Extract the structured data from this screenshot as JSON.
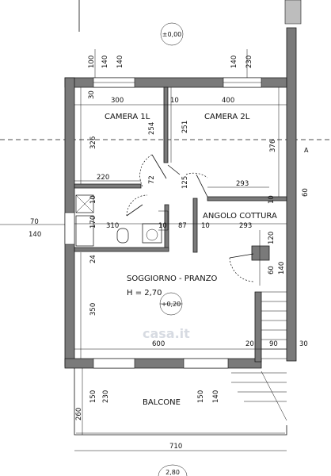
{
  "rooms": {
    "camera1": "CAMERA 1L",
    "camera2": "CAMERA 2L",
    "angolo": "ANGOLO COTTURA",
    "soggiorno": "SOGGIORNO - PRANZO",
    "height": "H = 2,70",
    "balcone": "BALCONE"
  },
  "levels": {
    "top": "±0,00",
    "main": "+0,20",
    "bottom": "2,80"
  },
  "side_labels": {
    "a": "A",
    "sixty": "60"
  },
  "dims": {
    "d100": "100",
    "d140a": "140",
    "d140b": "140",
    "d230a": "230",
    "d30a": "30",
    "d300": "300",
    "d10a": "10",
    "d400": "400",
    "d326": "326",
    "d254": "254",
    "d251": "251",
    "d376": "376",
    "d72": "72",
    "d125": "125",
    "d220": "220",
    "d293a": "293",
    "d10b": "10",
    "d10c": "10",
    "d170": "170",
    "d310": "310",
    "d87": "87",
    "d10d": "10",
    "d293b": "293",
    "d10e": "10",
    "d70": "70",
    "d140c": "140",
    "d24": "24",
    "d120": "120",
    "d60b": "60",
    "d140d": "140",
    "d350": "350",
    "d600": "600",
    "d20": "20",
    "d90": "90",
    "d30b": "30",
    "d150a": "150",
    "d230b": "230",
    "d150b": "150",
    "d140e": "140",
    "d260": "260",
    "d710": "710"
  },
  "watermark": "casa.it"
}
